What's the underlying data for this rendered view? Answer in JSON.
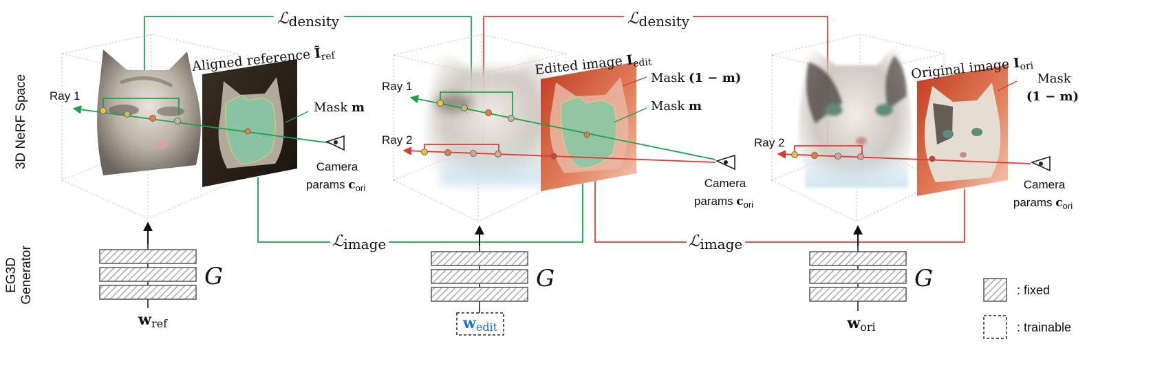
{
  "side_labels": {
    "nerf_space": "3D NeRF Space",
    "generator_line1": "EG3D",
    "generator_line2": "Generator"
  },
  "losses": {
    "density_sym": "ℒ",
    "density_sub": "density",
    "image_sym": "ℒ",
    "image_sub": "image"
  },
  "panels": {
    "reference": {
      "plane_label_text": "Aligned reference ",
      "plane_label_bold": "Ĩ",
      "plane_label_sub": "ref",
      "ray_label": "Ray 1",
      "mask_text": "Mask ",
      "mask_bold": "m",
      "camera_line1": "Camera",
      "camera_line2_text": "params ",
      "camera_line2_bold": "c",
      "camera_line2_sub": "ori",
      "generator_symbol": "G",
      "latent_bold": "w",
      "latent_sub": "ref"
    },
    "edited": {
      "plane_label_text": "Edited image ",
      "plane_label_bold": "I",
      "plane_label_sub": "edit",
      "ray1_label": "Ray 1",
      "ray2_label": "Ray 2",
      "mask_inv_text": "Mask ",
      "mask_inv_bold": "(1 − m)",
      "mask_text": "Mask ",
      "mask_bold": "m",
      "camera_line1": "Camera",
      "camera_line2_text": "params ",
      "camera_line2_bold": "c",
      "camera_line2_sub": "ori",
      "generator_symbol": "G",
      "latent_bold": "w",
      "latent_sub": "edit"
    },
    "original": {
      "plane_label_text": "Original image ",
      "plane_label_bold": "I",
      "plane_label_sub": "ori",
      "ray_label": "Ray 2",
      "mask_line1": "Mask",
      "mask_line2": "(1 − m)",
      "camera_line1": "Camera",
      "camera_line2_text": "params ",
      "camera_line2_bold": "c",
      "camera_line2_sub": "ori",
      "generator_symbol": "G",
      "latent_bold": "w",
      "latent_sub": "ori"
    }
  },
  "legend": {
    "fixed_label": ": fixed",
    "trainable_label": ": trainable"
  },
  "colors": {
    "green": "#1aa34a",
    "red": "#e03a2f",
    "edit_blue": "#1a73c7",
    "point_yellow": "#f3c13a",
    "point_orange": "#ec7a3c"
  }
}
